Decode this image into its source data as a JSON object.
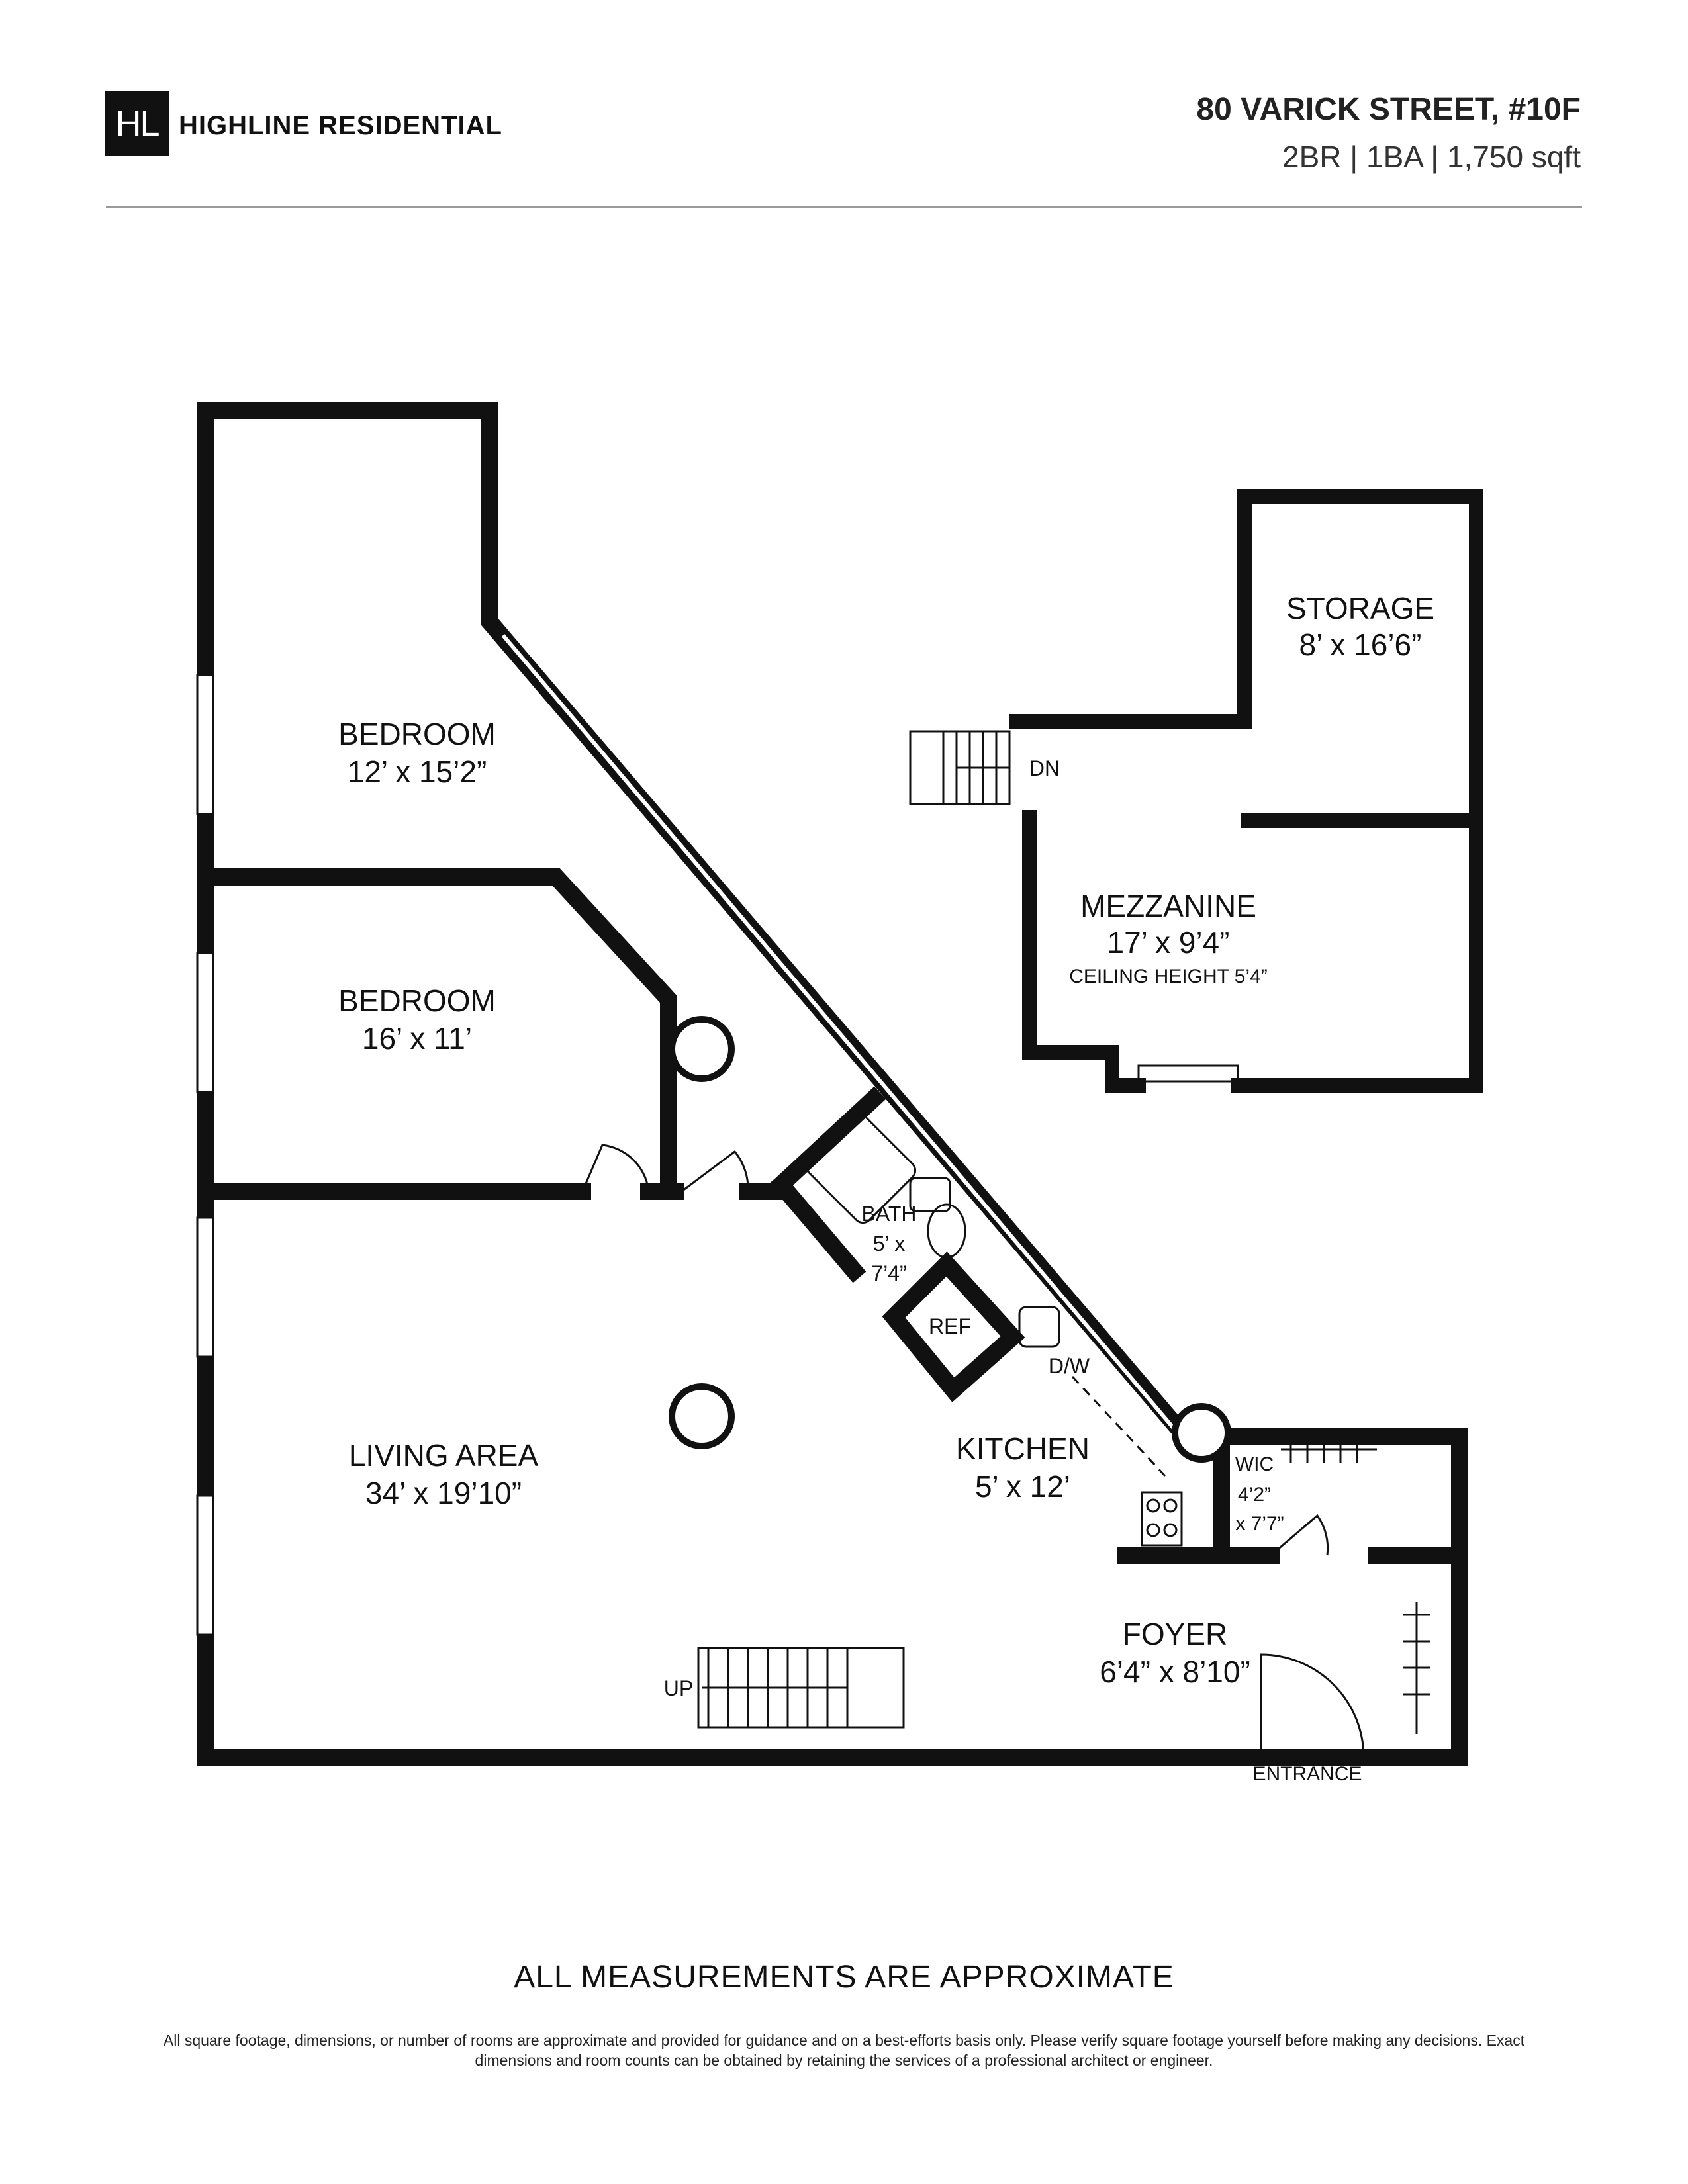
{
  "header": {
    "logo_mark": "HL",
    "brand": "HIGHLINE RESIDENTIAL",
    "address": "80 VARICK STREET, #10F",
    "specs": "2BR | 1BA | 1,750 sqft"
  },
  "rooms": {
    "bedroom1": {
      "name": "BEDROOM",
      "dims": "12’ x 15’2”"
    },
    "bedroom2": {
      "name": "BEDROOM",
      "dims": "16’ x 11’"
    },
    "storage": {
      "name": "STORAGE",
      "dims": "8’ x 16’6”"
    },
    "mezzanine": {
      "name": "MEZZANINE",
      "dims": "17’ x 9’4”",
      "note": "CEILING HEIGHT 5’4”"
    },
    "bath": {
      "name": "BATH",
      "dims_line1": "5’ x",
      "dims_line2": "7’4”"
    },
    "ref": "REF",
    "dw": "D/W",
    "living": {
      "name": "LIVING AREA",
      "dims": "34’ x 19’10”"
    },
    "kitchen": {
      "name": "KITCHEN",
      "dims": "5’ x 12’"
    },
    "wic": {
      "name": "WIC",
      "dims_line1": "4’2”",
      "dims_line2": "x 7’7”"
    },
    "foyer": {
      "name": "FOYER",
      "dims": "6’4” x 8’10”"
    },
    "entrance": "ENTRANCE",
    "stair_up": "UP",
    "stair_down": "DN"
  },
  "footer": {
    "title": "ALL MEASUREMENTS ARE APPROXIMATE",
    "disclaimer": "All square footage, dimensions, or number of rooms are approximate and provided for guidance and on a best-efforts basis only. Please verify square footage yourself before making any decisions. Exact dimensions and room counts can be obtained by retaining the services of a professional architect or engineer."
  }
}
